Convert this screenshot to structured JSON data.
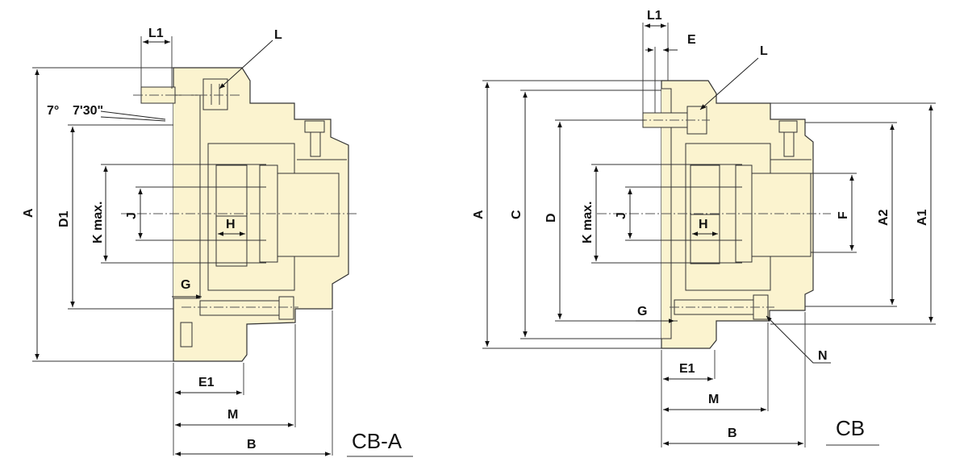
{
  "diagrams": [
    {
      "id": "cb-a",
      "model": "CB-A",
      "labels": [
        "L1",
        "L",
        "7°",
        "7'30\"",
        "A",
        "D1",
        "K max.",
        "J",
        "H",
        "G",
        "E1",
        "M",
        "B"
      ]
    },
    {
      "id": "cb",
      "model": "CB",
      "labels": [
        "L1",
        "E",
        "L",
        "A",
        "C",
        "D",
        "K max.",
        "J",
        "H",
        "F",
        "A2",
        "A1",
        "G",
        "N",
        "E1",
        "M",
        "B"
      ]
    }
  ],
  "colors": {
    "body_fill": "#fbf3cf",
    "line": "#222222"
  }
}
